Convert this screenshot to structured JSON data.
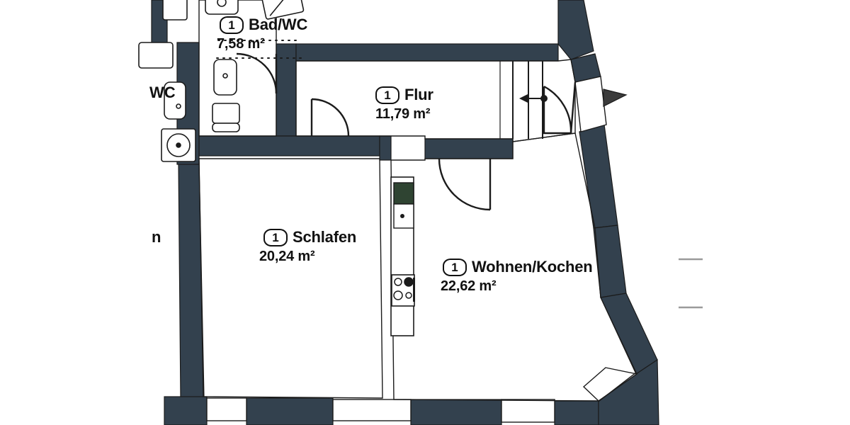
{
  "plan": {
    "type": "architectural-floor-plan",
    "background_color": "#ffffff",
    "wall_color": "#33414e",
    "line_color": "#1b1b1b",
    "unit_label_shape": "rounded-rectangle",
    "area_unit": "m²",
    "decimal_separator": ","
  },
  "rooms": [
    {
      "id": "bad-wc",
      "number": "1",
      "name": "Bad/WC",
      "area": "7,58 m²",
      "area_value": 7.58,
      "fixtures": [
        "sink",
        "toilet",
        "bathtub",
        "washing-machine"
      ]
    },
    {
      "id": "flur",
      "number": "1",
      "name": "Flur",
      "area": "11,79 m²",
      "area_value": 11.79,
      "fixtures": [
        "entry-door",
        "stairs"
      ]
    },
    {
      "id": "schlafen",
      "number": "1",
      "name": "Schlafen",
      "area": "20,24 m²",
      "area_value": 20.24,
      "fixtures": [
        "door"
      ]
    },
    {
      "id": "wohnen-kochen",
      "number": "1",
      "name": "Wohnen/Kochen",
      "area": "22,62 m²",
      "area_value": 22.62,
      "fixtures": [
        "kitchen-counter",
        "sink",
        "stove",
        "refrigerator",
        "door"
      ]
    }
  ],
  "edge_fragments": [
    {
      "id": "wc-partial",
      "text": "WC"
    },
    {
      "id": "room-name-partial",
      "text": "n"
    }
  ],
  "markers": {
    "entrance_arrow": "black-triangle",
    "stair_direction_arrow": "left-arrow"
  }
}
